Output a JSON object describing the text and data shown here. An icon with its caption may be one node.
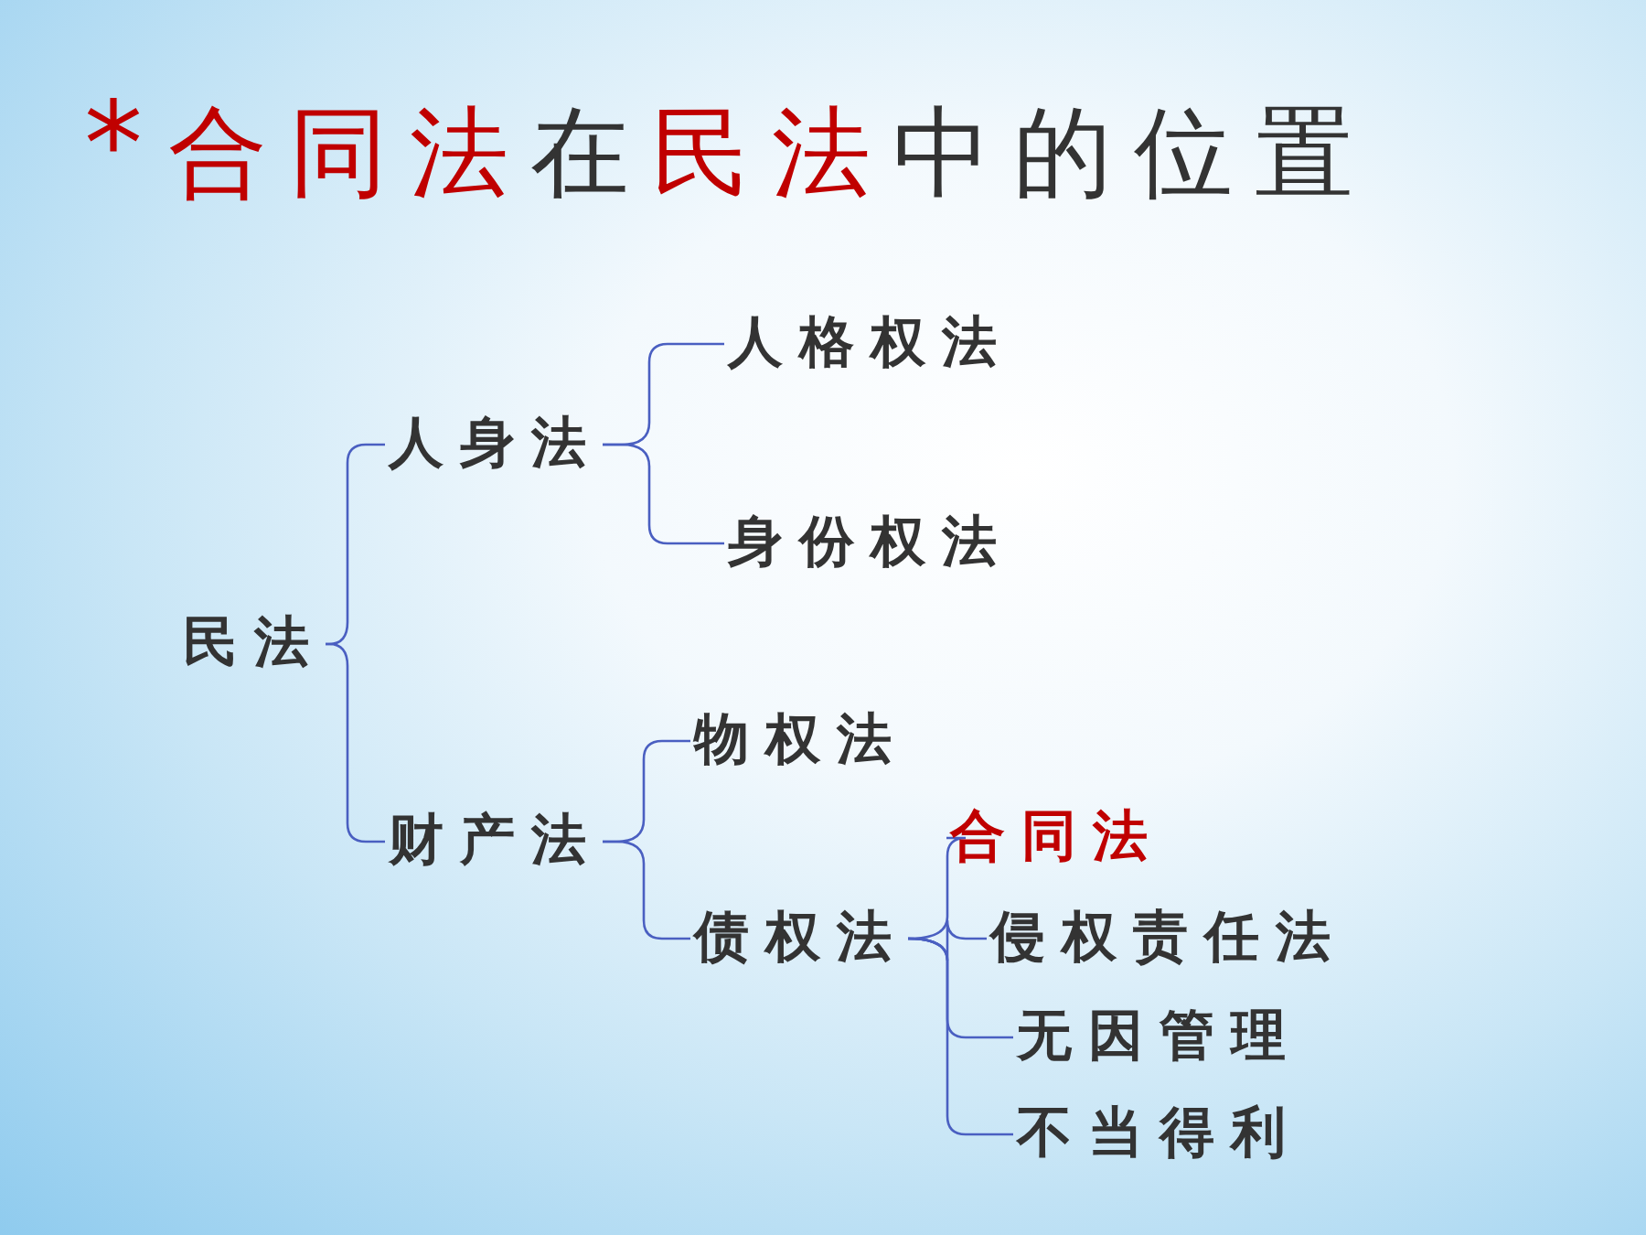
{
  "diagram": {
    "title": "**合同法**在**民法**中的位置",
    "nodes": [
      {
        "text": [
          "民法"
        ]
      },
      {
        "text": [
          "人身法"
        ]
      },
      {
        "text": [
          "人格权法"
        ]
      },
      {
        "text": [
          "身份权法"
        ]
      },
      {
        "text": [
          "财产法"
        ]
      },
      {
        "text": [
          "物权法"
        ]
      },
      {
        "text": [
          "债权法"
        ]
      },
      {
        "text": [
          "合同法"
        ]
      },
      {
        "text": [
          "侵权责任法"
        ]
      },
      {
        "text": [
          "无因管理"
        ]
      },
      {
        "text": [
          "不当得利"
        ]
      }
    ],
    "edges": [
      {
        "from": 0,
        "to": 1,
        "arrow": "none"
      },
      {
        "from": 0,
        "to": 4,
        "arrow": "none"
      },
      {
        "from": 1,
        "to": 2,
        "arrow": "none"
      },
      {
        "from": 1,
        "to": 3,
        "arrow": "none"
      },
      {
        "from": 4,
        "to": 5,
        "arrow": "none"
      },
      {
        "from": 4,
        "to": 6,
        "arrow": "none"
      },
      {
        "from": 6,
        "to": 7,
        "arrow": "none"
      },
      {
        "from": 6,
        "to": 8,
        "arrow": "none"
      },
      {
        "from": 6,
        "to": 9,
        "arrow": "none"
      },
      {
        "from": 6,
        "to": 10,
        "arrow": "none"
      }
    ],
    "labels": [
      "*"
    ]
  }
}
